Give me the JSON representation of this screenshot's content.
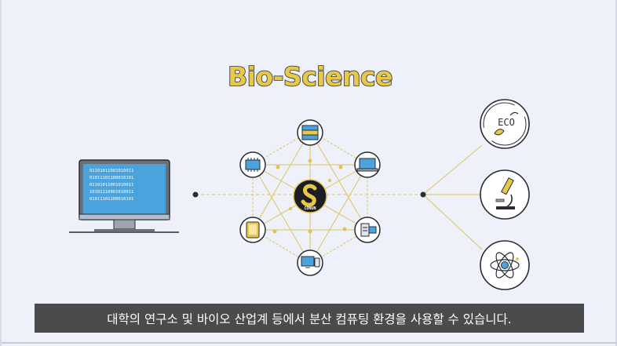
{
  "title": "Bio-Science",
  "caption": "대학의 연구소 및 바이오 산업계 등에서 분산 컴퓨팅 환경을 사용할 수 있습니다.",
  "center_logo": {
    "text": "CONUN"
  },
  "computer_screen": {
    "binary_lines": [
      "01101011001010011",
      "01011101100010101",
      "01101011001010011",
      "10101110001010011",
      "01011101100010101"
    ]
  },
  "eco_icon": {
    "text": "ECO"
  },
  "colors": {
    "accent_yellow": "#e7c84a",
    "outline": "#2a2d35",
    "caption_bg": "#4b4b4d",
    "screen_blue": "#4aa3dc"
  },
  "icons": {
    "top": "server-icon",
    "upper_right": "laptop-icon",
    "lower_right": "network-device-icon",
    "bottom": "desktop-phone-icon",
    "lower_left": "tablet-icon",
    "upper_left": "cpu-chip-icon",
    "right_1": "eco-leaf-icon",
    "right_2": "microscope-icon",
    "right_3": "atom-icon"
  }
}
